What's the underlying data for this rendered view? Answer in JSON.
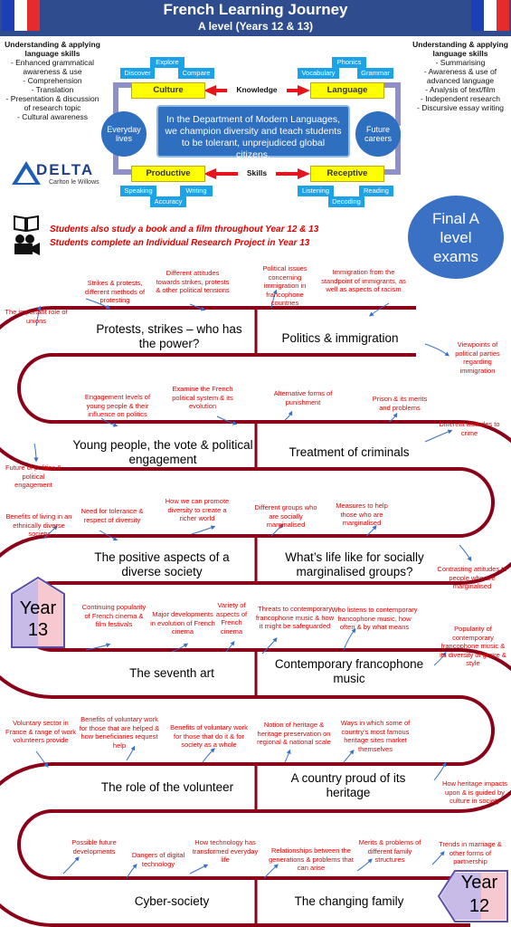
{
  "header": {
    "title": "French Learning Journey",
    "subtitle": "A level (Years 12 & 13)"
  },
  "left_panel": {
    "heading": "Understanding & applying language skills",
    "items": [
      "- Enhanced grammatical awareness & use",
      "- Comprehension",
      "- Translation",
      "- Presentation & discussion of research topic",
      "- Cultural awareness"
    ]
  },
  "right_panel": {
    "heading": "Understanding & applying language skills",
    "items": [
      "- Summarising",
      "- Awareness & use of advanced language",
      "- Analysis of text/film",
      "- Independent research",
      "- Discursive essay writing"
    ]
  },
  "logo": {
    "name": "DELTA",
    "sub": "Carlton le Willows"
  },
  "diagram": {
    "top_left_box": "Culture",
    "top_right_box": "Language",
    "bottom_left_box": "Productive",
    "bottom_right_box": "Receptive",
    "top_label": "Knowledge",
    "bottom_label": "Skills",
    "left_circle": "Everyday lives",
    "right_circle": "Future careers",
    "center_text": "In the Department of Modern Languages, we champion diversity and teach students to be tolerant, unprejudiced global citizens.",
    "blue_labels": [
      "Explore",
      "Discover",
      "Compare",
      "Phonics",
      "Vocabulary",
      "Grammar",
      "Speaking",
      "Accuracy",
      "Writing",
      "Listening",
      "Decoding",
      "Reading"
    ]
  },
  "notes_intro": [
    "Students also study a book and a film throughout  Year 12 & 13",
    "Students complete an Individual Research Project in Year 13"
  ],
  "final": "Final A level exams",
  "year13": "Year 13",
  "year12": "Year 12",
  "topics": [
    "Protests, strikes – who has the power?",
    "Politics & immigration",
    "Young people, the vote & political engagement",
    "Treatment of criminals",
    "The positive aspects of a diverse society",
    "What’s life like for socially marginalised groups?",
    "The seventh art",
    "Contemporary francophone music",
    "The role of the volunteer",
    "A country proud of its heritage",
    "Cyber-society",
    "The changing family"
  ],
  "notes": [
    "The important role of unions",
    "Strikes & protests, different methods of protesting",
    "Different attitudes towards strikes, protests & other political tensions",
    "Political issues concerning immigration in francophone countries",
    "Immigration from the standpoint of immigrants, as well as aspects of racism",
    "Viewpoints of political parties regarding immigration",
    "Engagement levels of young people & their influence on politics",
    "Examine the French political system & its evolution",
    "Alternative forms of punishment",
    "Prison & its merits and problems",
    "Different attitudes to crime",
    "Future of politics & political engagement",
    "Benefits of living in an ethnically diverse society",
    "Need for tolerance & respect of diversity",
    "How we can promote diversity to create a richer world",
    "Different groups who are socially marginalised",
    "Measures to help those who are marginalised",
    "Contrasting attitudes to people who are marginalised",
    "Continuing popularity of French cinema & film festivals",
    "Major developments in evolution of French cinema",
    "Variety of aspects of French cinema",
    "Threats to contemporary francophone music & how it might be safeguarded",
    "Who listens to contemporary francophone music, how often & by what means",
    "Popularity of contemporary francophone music & its diversity of genre & style",
    "Voluntary sector in France & range of work volunteers provide",
    "Benefits of voluntary work for those that are helped & how beneficiaries request help",
    "Benefits of voluntary work for those that do it & for society as a whole",
    "Notion of heritage & heritage preservation on regional & national scale",
    "Ways in which some of country’s most famous heritage sites market themselves",
    "How heritage impacts upon & is guided by culture in society",
    "Possible future developments",
    "Dangers of digital technology",
    "How technology has transformed everyday life",
    "Relationships between the generations & problems that can arise",
    "Merits & problems of different family structures",
    "Trends in marriage & other forms of partnership"
  ],
  "colors": {
    "header": "#2f4d8e",
    "road": "#8b0018",
    "note_red": "#e00000",
    "blue_box": "#1aa3e8"
  }
}
